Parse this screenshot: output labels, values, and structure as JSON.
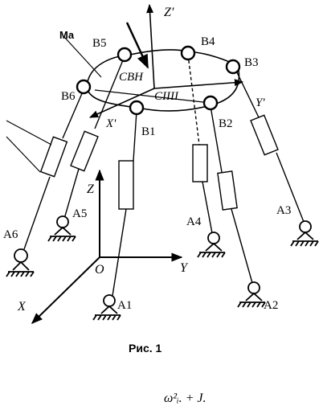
{
  "labels": {
    "Z_prime": "Z'",
    "B5": "B5",
    "B4": "B4",
    "B3": "B3",
    "C_BH": "CBH",
    "C_IIII": "CIIII",
    "Y_prime": "Y'",
    "B6": "B6",
    "X_prime": "X'",
    "B1": "B1",
    "B2": "B2",
    "Z": "Z",
    "A5": "A5",
    "A4": "A4",
    "A3": "A3",
    "A6": "A6",
    "Y": "Y",
    "O": "O",
    "X": "X",
    "A1": "A1",
    "A2": "A2",
    "top_left_fragment": "Ma",
    "caption": "Рис. 1",
    "formula_fragment": "ω²ᵢ. + J."
  },
  "colors": {
    "ink": "#000000",
    "background": "#ffffff"
  }
}
